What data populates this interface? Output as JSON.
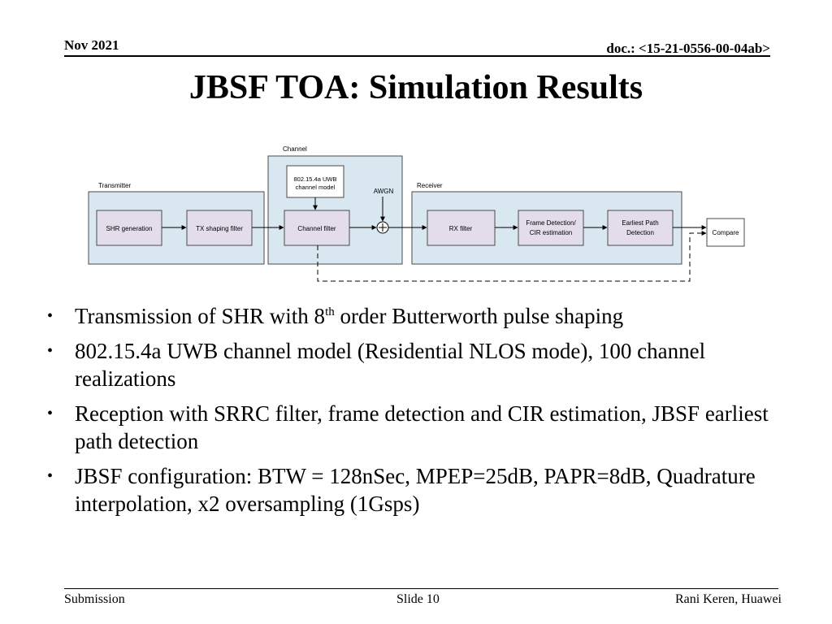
{
  "header": {
    "date": "Nov 2021",
    "doc_id": "doc.: <15-21-0556-00-04ab>"
  },
  "title": "JBSF TOA: Simulation Results",
  "diagram": {
    "channel_label": "Channel",
    "transmitter_label": "Transmitter",
    "receiver_label": "Receiver",
    "uwb_model_line1": "802.15.4a UWB",
    "uwb_model_line2": "channel model",
    "awgn_label": "AWGN",
    "shr_generation": "SHR generation",
    "tx_shaping_filter": "TX shaping filter",
    "channel_filter": "Channel filter",
    "rx_filter": "RX filter",
    "frame_detection_line1": "Frame Detection/",
    "frame_detection_line2": "CIR estimation",
    "earliest_path_line1": "Earliest Path",
    "earliest_path_line2": "Detection",
    "compare": "Compare",
    "colors": {
      "group_fill": "#d9e7f1",
      "group_stroke": "#4b4b4b",
      "block_fill": "#e3dcea",
      "block_stroke": "#4b4b4b"
    }
  },
  "bullets": {
    "b1_pre": "Transmission of SHR with 8",
    "b1_sup": "th",
    "b1_post": " order Butterworth pulse shaping",
    "b2": "802.15.4a UWB channel model (Residential NLOS mode), 100 channel realizations",
    "b3": "Reception with SRRC filter, frame detection and CIR estimation, JBSF earliest path detection",
    "b4": "JBSF configuration: BTW = 128nSec, MPEP=25dB, PAPR=8dB, Quadrature interpolation, x2 oversampling (1Gsps)"
  },
  "footer": {
    "left": "Submission",
    "center": "Slide 10",
    "right": "Rani Keren, Huawei"
  }
}
